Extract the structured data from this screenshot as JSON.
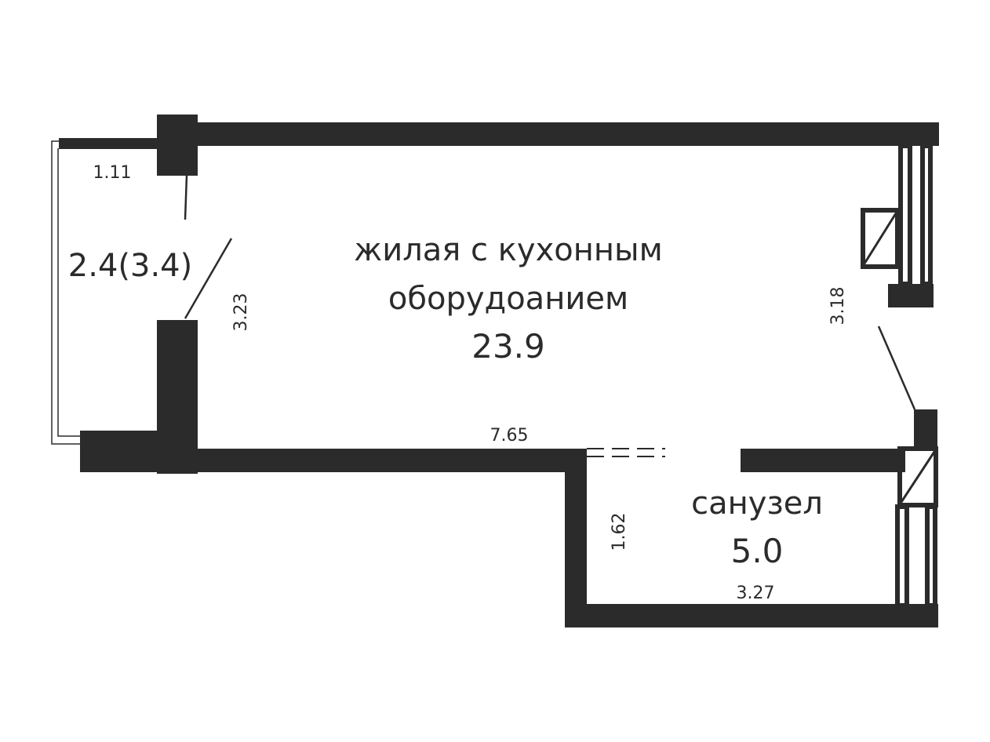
{
  "rooms": {
    "living": {
      "name_line1": "жилая с кухонным",
      "name_line2": "оборудоанием",
      "area": "23.9"
    },
    "bathroom": {
      "name": "санузел",
      "area": "5.0"
    },
    "balcony": {
      "area": "2.4(3.4)"
    }
  },
  "dimensions": {
    "balcony_width": "1.11",
    "living_left": "3.23",
    "living_right": "3.18",
    "living_bottom": "7.65",
    "bathroom_left": "1.62",
    "bathroom_bottom": "3.27"
  },
  "colors": {
    "wall": "#2b2b2b",
    "background": "#ffffff"
  }
}
